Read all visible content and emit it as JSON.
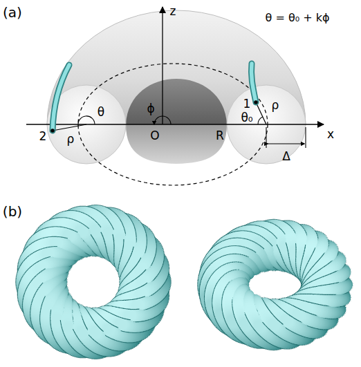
{
  "diagram": {
    "labels": [
      "(a)",
      "z",
      "θ = θ₀ + kϕ",
      "θ",
      "ρ",
      "2",
      "1",
      "θ₀",
      "ρ",
      "ϕ",
      "O",
      "R",
      "x",
      "Δ",
      "(b)"
    ]
  }
}
